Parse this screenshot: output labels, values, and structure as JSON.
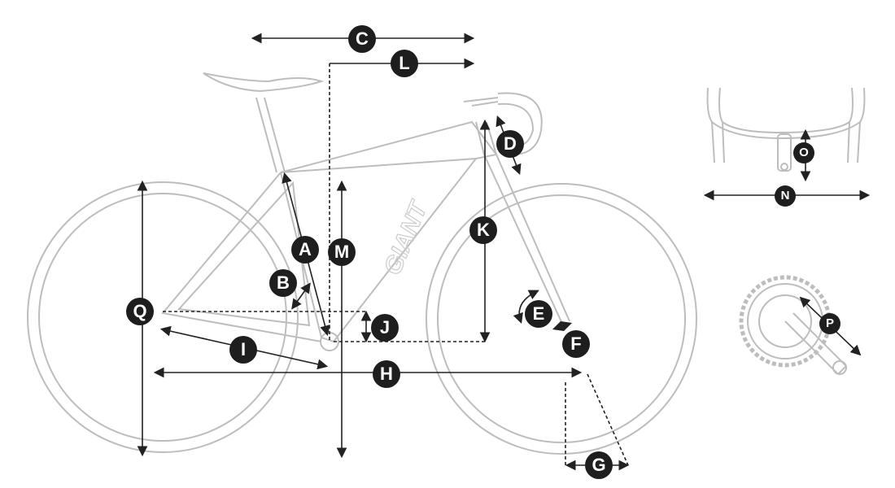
{
  "title": "Bicycle geometry diagram",
  "brand_on_frame": "GIANT",
  "colors": {
    "frame": "#bdbdbd",
    "dimension": "#222222",
    "label_bg": "#1e1e1e",
    "label_text": "#ffffff"
  },
  "labels": {
    "A": "A",
    "B": "B",
    "C": "C",
    "D": "D",
    "E": "E",
    "F": "F",
    "G": "G",
    "H": "H",
    "I": "I",
    "J": "J",
    "K": "K",
    "L": "L",
    "M": "M",
    "N": "N",
    "O": "O",
    "P": "P",
    "Q": "Q"
  }
}
